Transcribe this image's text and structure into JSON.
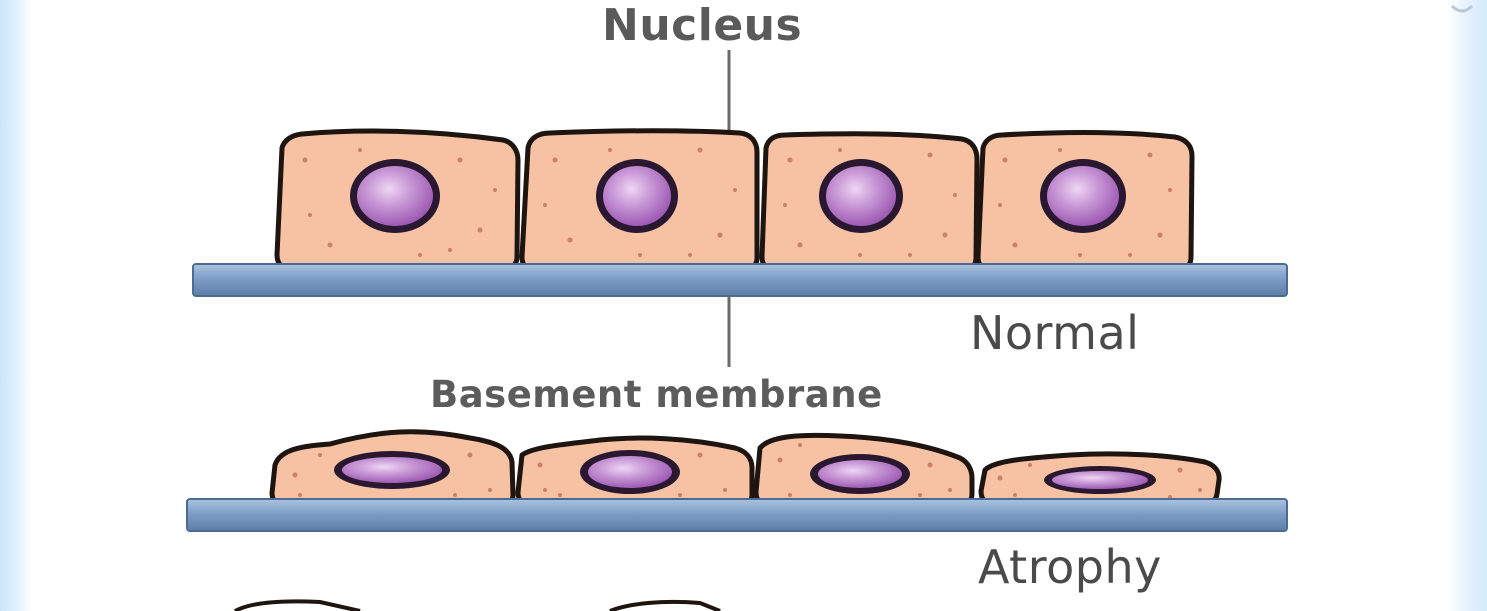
{
  "labels": {
    "nucleus": "Nucleus",
    "normal": "Normal",
    "basement_membrane": "Basement membrane",
    "atrophy": "Atrophy"
  },
  "colors": {
    "cytoplasm": "#f6c2a3",
    "cell_outline": "#1e1410",
    "nucleus_fill": "#b06cc2",
    "nucleus_highlight": "#e3c2ee",
    "membrane": "#6f8fb8",
    "membrane_highlight": "#a8c2e0",
    "leader_line": "#6a6a6a",
    "granule": "#c9826a"
  }
}
